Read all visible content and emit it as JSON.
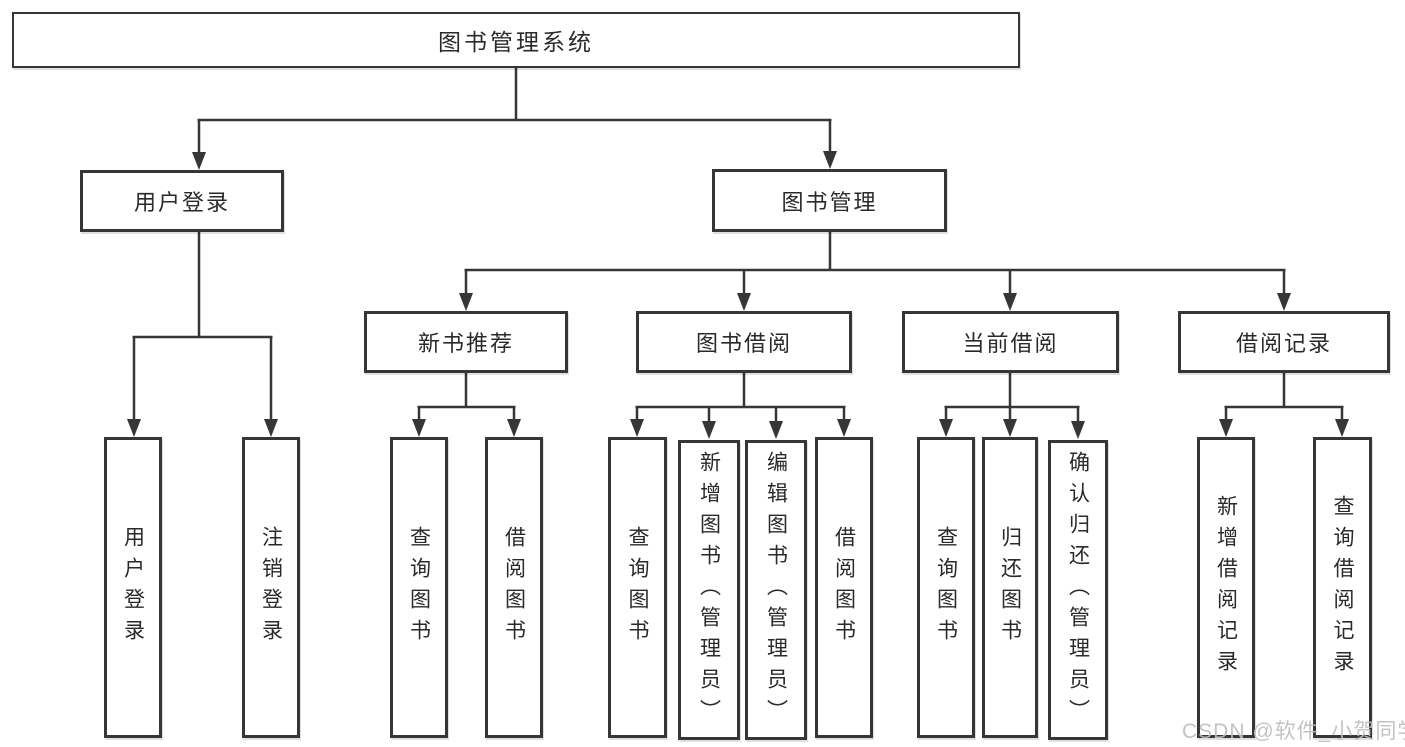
{
  "diagram": {
    "root": {
      "label": "图书管理系统",
      "children": [
        {
          "label": "用户登录",
          "children": [
            {
              "label": "用户登录"
            },
            {
              "label": "注销登录"
            }
          ]
        },
        {
          "label": "图书管理",
          "children": [
            {
              "label": "新书推荐",
              "children": [
                {
                  "label": "查询图书"
                },
                {
                  "label": "借阅图书"
                }
              ]
            },
            {
              "label": "图书借阅",
              "children": [
                {
                  "label": "查询图书"
                },
                {
                  "label": "新增图书（管理员）"
                },
                {
                  "label": "编辑图书（管理员）"
                },
                {
                  "label": "借阅图书"
                }
              ]
            },
            {
              "label": "当前借阅",
              "children": [
                {
                  "label": "查询图书"
                },
                {
                  "label": "归还图书"
                },
                {
                  "label": "确认归还（管理员）"
                }
              ]
            },
            {
              "label": "借阅记录",
              "children": [
                {
                  "label": "新增借阅记录"
                },
                {
                  "label": "查询借阅记录"
                }
              ]
            }
          ]
        }
      ]
    }
  },
  "watermark": {
    "text": "CSDN @软件_小贺同学"
  },
  "colors": {
    "line": "#363636",
    "text": "#2a2a2a",
    "background": "#ffffff",
    "watermark": "#bebebe"
  }
}
